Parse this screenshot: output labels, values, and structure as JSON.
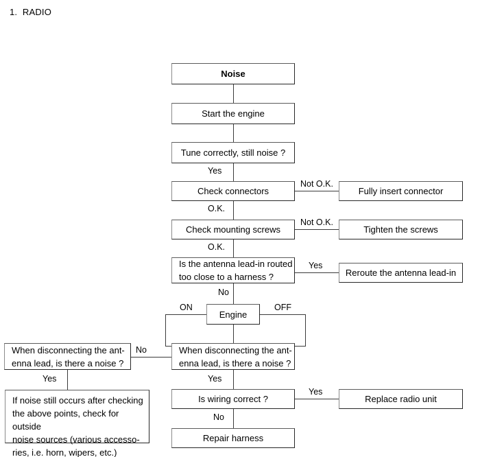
{
  "page": {
    "title": "1.  RADIO"
  },
  "nodes": {
    "noise": "Noise",
    "start_engine": "Start the engine",
    "tune": "Tune correctly, still noise ?",
    "check_connectors": "Check connectors",
    "fully_insert": "Fully insert connector",
    "check_screws": "Check mounting screws",
    "tighten_screws": "Tighten the screws",
    "antenna_routed": "Is the antenna lead-in routed\ntoo close to a harness ?",
    "reroute": "Reroute the antenna lead-in",
    "engine": "Engine",
    "disconnect_left": "When disconnecting the ant-\nenna lead, is there a noise ?",
    "disconnect_right": "When disconnecting  the ant-\nenna lead, is there a noise ?",
    "outside_noise": "If noise still occurs after checking\nthe above points, check for outside\nnoise sources (various accesso-\nries, i.e. horn, wipers, etc.)",
    "wiring_correct": "Is wiring correct ?",
    "replace_radio": "Replace radio unit",
    "repair_harness": "Repair harness"
  },
  "labels": {
    "yes_tune": "Yes",
    "notok_connectors": "Not O.K.",
    "ok_connectors": "O.K.",
    "notok_screws": "Not O.K.",
    "ok_screws": "O.K.",
    "yes_antenna": "Yes",
    "no_antenna": "No",
    "on_engine": "ON",
    "off_engine": "OFF",
    "no_disconnect": "No",
    "yes_left_disconnect": "Yes",
    "yes_right_disconnect": "Yes",
    "yes_wiring": "Yes",
    "no_wiring": "No"
  },
  "colors": {
    "border": "#262626",
    "line": "#3a3a3a",
    "background": "#ffffff",
    "text": "#000000"
  }
}
